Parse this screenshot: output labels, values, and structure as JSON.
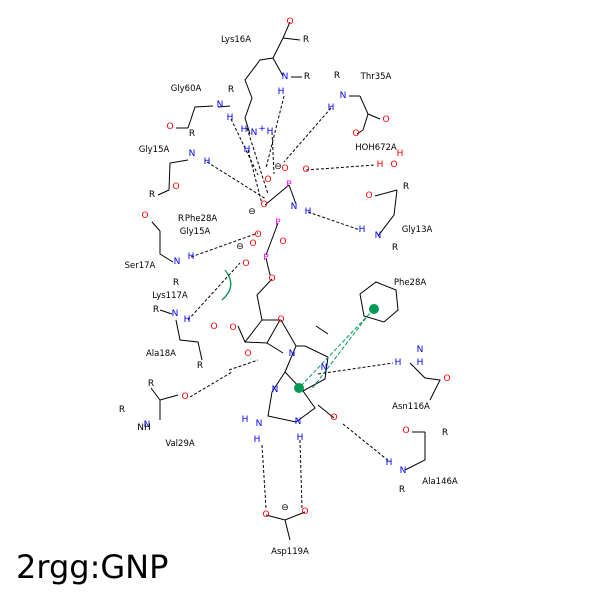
{
  "title": "2rgg:GNP",
  "colors": {
    "carbon": "#000000",
    "oxygen": "#ff0000",
    "nitrogen": "#0000ff",
    "phosphorus": "#ff00ff",
    "hydrophobic": "#009955"
  },
  "residues": [
    {
      "key": "lys16",
      "label": "Lys16A"
    },
    {
      "key": "gly60",
      "label": "Gly60A"
    },
    {
      "key": "thr35",
      "label": "Thr35A"
    },
    {
      "key": "gly15",
      "label": "Gly15A"
    },
    {
      "key": "hoh672",
      "label": "HOH672A"
    },
    {
      "key": "gly13",
      "label": "Gly13A"
    },
    {
      "key": "phe28g",
      "label": "Phe28A"
    },
    {
      "key": "gly15g",
      "label": "Gly15A"
    },
    {
      "key": "ser17",
      "label": "Ser17A"
    },
    {
      "key": "lys117",
      "label": "Lys117A"
    },
    {
      "key": "phe28",
      "label": "Phe28A"
    },
    {
      "key": "ala18",
      "label": "Ala18A"
    },
    {
      "key": "asn116",
      "label": "Asn116A"
    },
    {
      "key": "val29",
      "label": "Val29A"
    },
    {
      "key": "ala146",
      "label": "Ala146A"
    },
    {
      "key": "asp119",
      "label": "Asp119A"
    }
  ],
  "atom_symbols": {
    "O": "O",
    "N": "N",
    "H": "H",
    "P": "P",
    "R": "R",
    "OH": "HO",
    "Hplus": "+",
    "Ominus": "⊖",
    "NH": "NH"
  }
}
